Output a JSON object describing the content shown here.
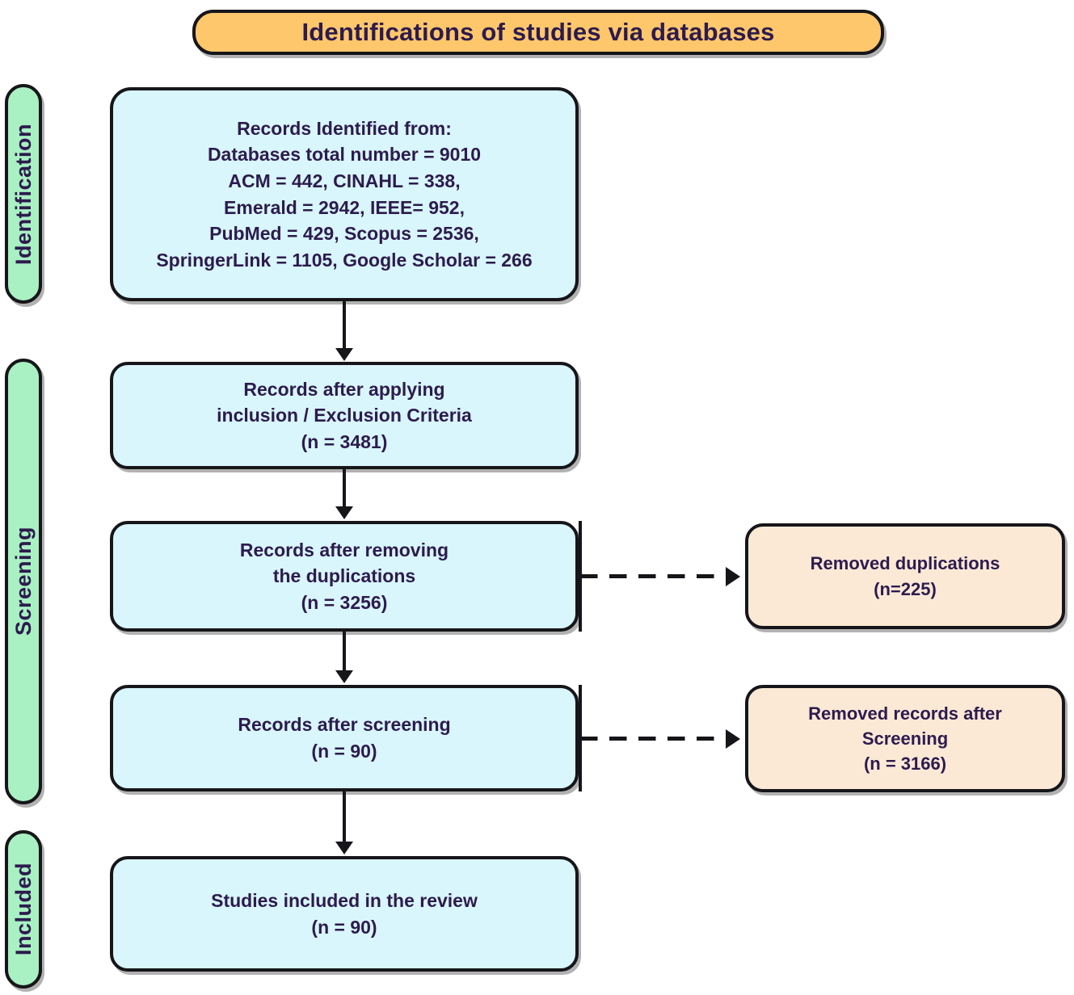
{
  "diagram": {
    "title": "Identifications of studies via databases",
    "type": "PRISMA flow diagram"
  },
  "stages": [
    {
      "label": "Identification"
    },
    {
      "label": "Screening"
    },
    {
      "label": "Included"
    }
  ],
  "flow_boxes": [
    {
      "id": "identified",
      "lines": [
        "Records Identified from:",
        "Databases total number = 9010",
        "ACM = 442, CINAHL = 338,",
        "Emerald = 2942, IEEE= 952,",
        "PubMed = 429, Scopus = 2536,",
        "SpringerLink = 1105, Google Scholar = 266"
      ]
    },
    {
      "id": "criteria",
      "lines": [
        "Records after applying",
        "inclusion / Exclusion Criteria",
        "(n = 3481)"
      ]
    },
    {
      "id": "duplications",
      "lines": [
        "Records after removing",
        "the duplications",
        "(n = 3256)"
      ]
    },
    {
      "id": "screened",
      "lines": [
        "Records after screening",
        "(n = 90)"
      ]
    },
    {
      "id": "included",
      "lines": [
        "Studies included in the review",
        "(n = 90)"
      ]
    }
  ],
  "excluded_boxes": [
    {
      "id": "removed-duplications",
      "lines": [
        "Removed duplications",
        "(n=225)"
      ]
    },
    {
      "id": "removed-screening",
      "lines": [
        "Removed records after",
        "Screening",
        "(n = 3166)"
      ]
    }
  ],
  "counts": {
    "databases_total": 9010,
    "acm": 442,
    "cinahl": 338,
    "emerald": 2942,
    "ieee": 952,
    "pubmed": 429,
    "scopus": 2536,
    "springerlink": 1105,
    "google_scholar": 266,
    "after_criteria": 3481,
    "after_deduplication": 3256,
    "removed_duplications": 225,
    "after_screening": 90,
    "removed_after_screening": 3166,
    "included_in_review": 90
  },
  "colors": {
    "banner_fill": "#ffc76b",
    "flow_fill": "#d8f6fb",
    "excluded_fill": "#fbe9d6",
    "stage_fill": "#a9f0c3",
    "stroke": "#16161a",
    "text": "#2d1b4e"
  }
}
